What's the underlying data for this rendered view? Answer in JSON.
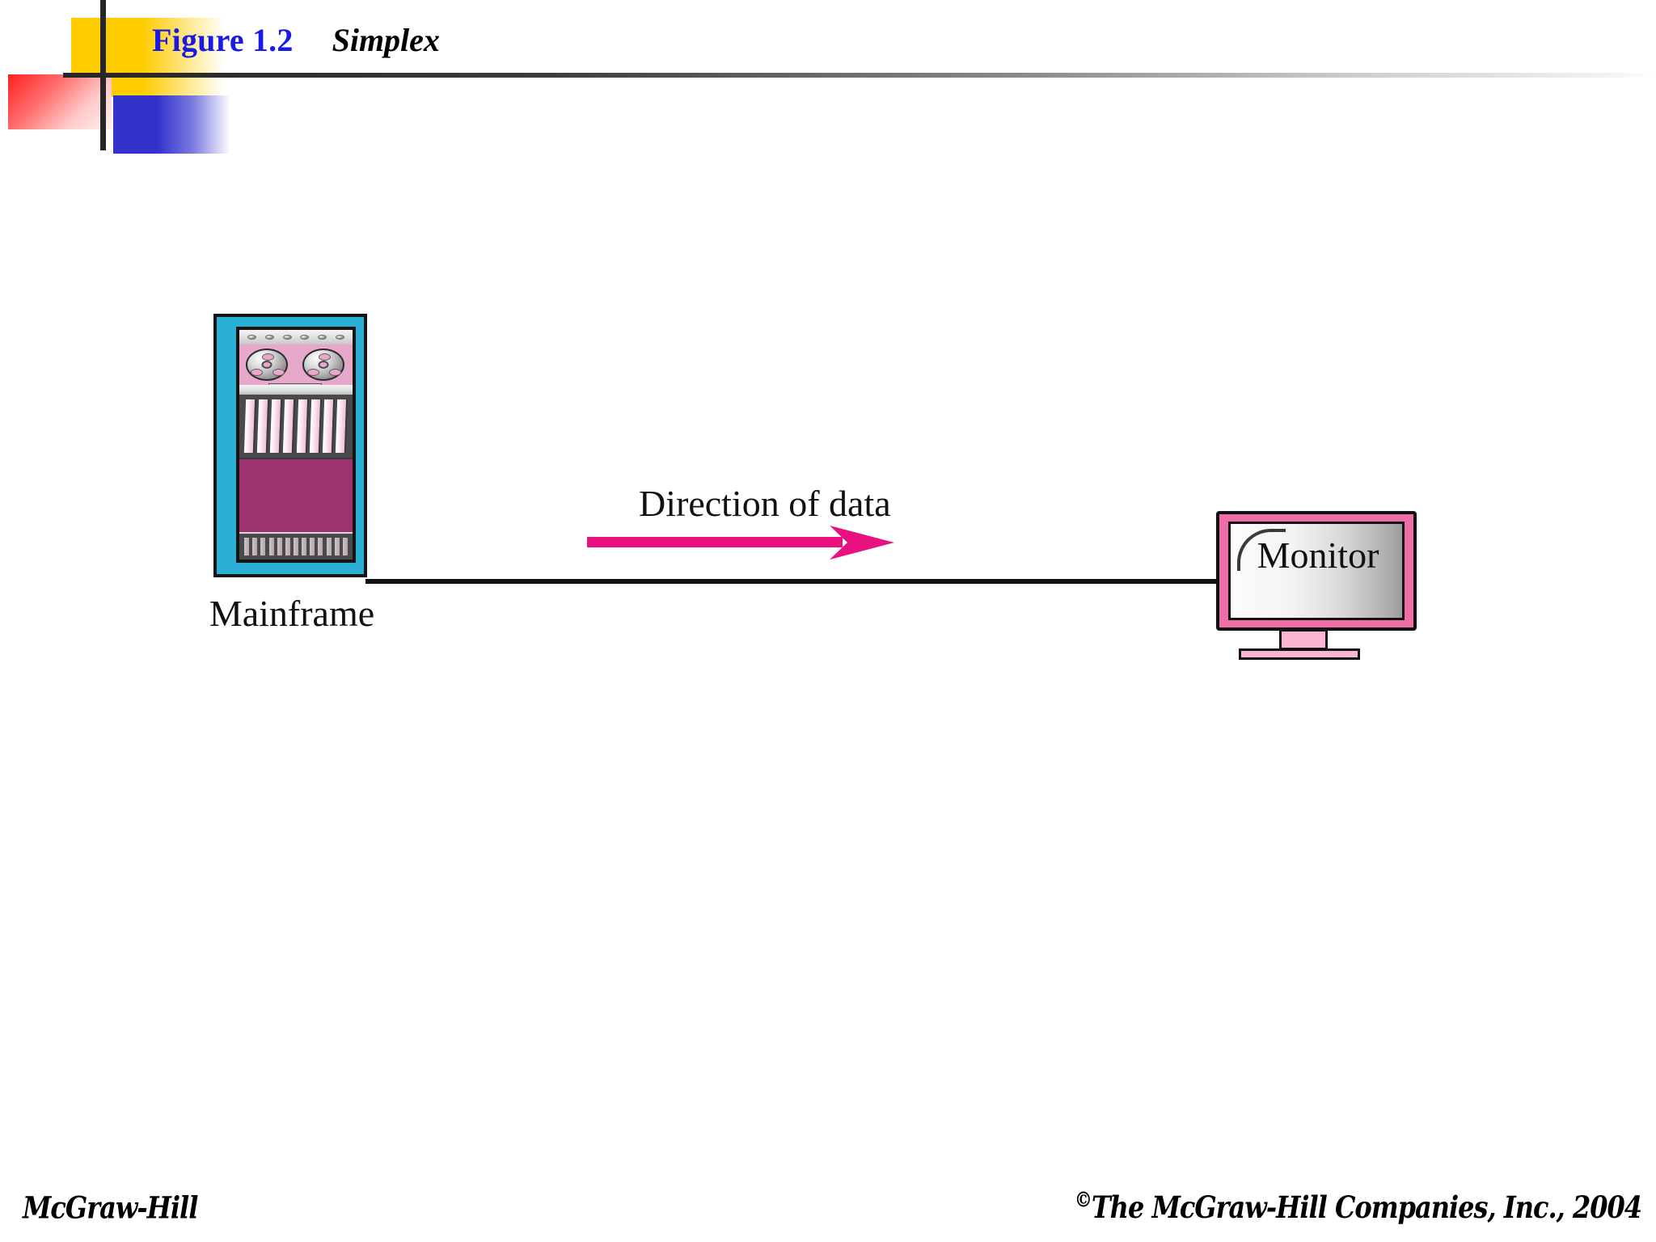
{
  "slide": {
    "figure_label": "Figure 1.2",
    "figure_title": "Simplex",
    "title_color": "#1a1ae6"
  },
  "diagram": {
    "type": "network-transmission-mode",
    "mainframe_label": "Mainframe",
    "monitor_label": "Monitor",
    "arrow_label": "Direction of data",
    "arrow_color": "#E8117F",
    "arrow_direction": "left-to-right",
    "mainframe_colors": {
      "bezel": "#2BAFD4",
      "body": "#9C3370",
      "reel_band": "#E8A8CB",
      "outline": "#151515"
    },
    "monitor_colors": {
      "case": "#EE6FA8",
      "stand": "#FAB5D2",
      "screen": "#E9E9E9",
      "outline": "#111111"
    },
    "connection_line_color": "#111111",
    "mainframe_knob_count": 6,
    "mainframe_reel_count": 2,
    "mainframe_upper_slot_count": 8,
    "mainframe_lower_slot_count": 13
  },
  "footer": {
    "left": "McGraw-Hill",
    "copyright_mark": "©",
    "right": "The McGraw-Hill Companies, Inc., 2004"
  }
}
